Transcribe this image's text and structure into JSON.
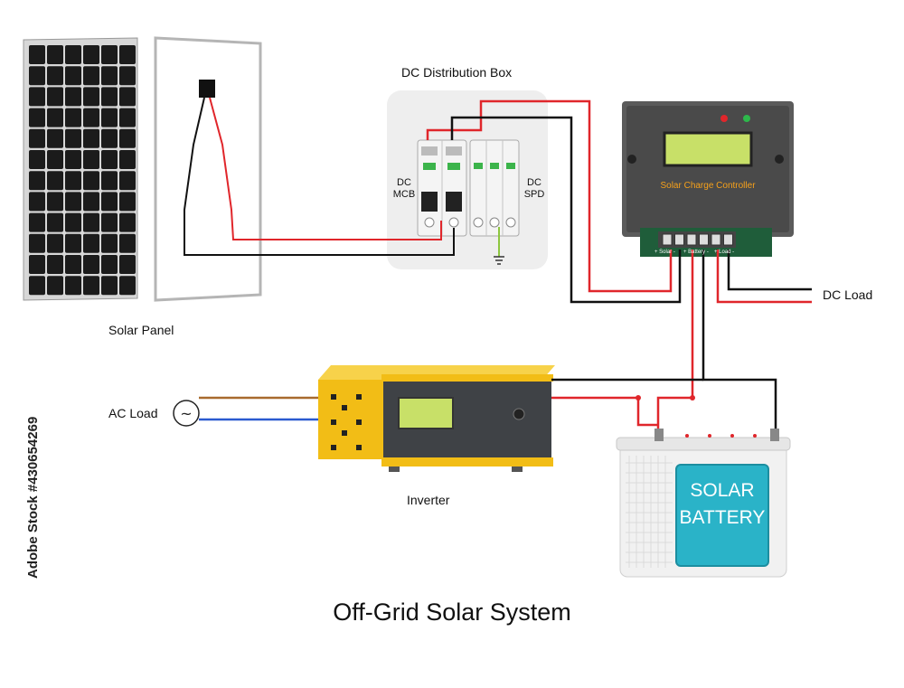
{
  "title": "Off-Grid Solar System",
  "labels": {
    "solar_panel": "Solar Panel",
    "dc_distribution_box": "DC Distribution Box",
    "dc_mcb": [
      "DC",
      "MCB"
    ],
    "dc_spd": [
      "DC",
      "SPD"
    ],
    "controller": "Solar Charge Controller",
    "dc_load": "DC Load",
    "ac_load": "AC Load",
    "inverter": "Inverter",
    "battery": [
      "SOLAR",
      "BATTERY"
    ],
    "terminal_labels": [
      "+ Solar -",
      "+ Battery -",
      "+ Load -"
    ],
    "ac_symbol": "~"
  },
  "watermark_id": "#430654269",
  "watermark_site": "Adobe Stock",
  "colors": {
    "positive_wire": "#e0262b",
    "negative_wire": "#111111",
    "ac_live": "#a86a2e",
    "ac_neutral": "#2a5ad0",
    "earth_wire": "#8dc63f",
    "inverter_body": "#f2bd16",
    "inverter_panel": "#3f4246",
    "controller_body": "#5b5b5b",
    "lcd": "#c8e068",
    "battery_label": "#2ab3c8"
  }
}
